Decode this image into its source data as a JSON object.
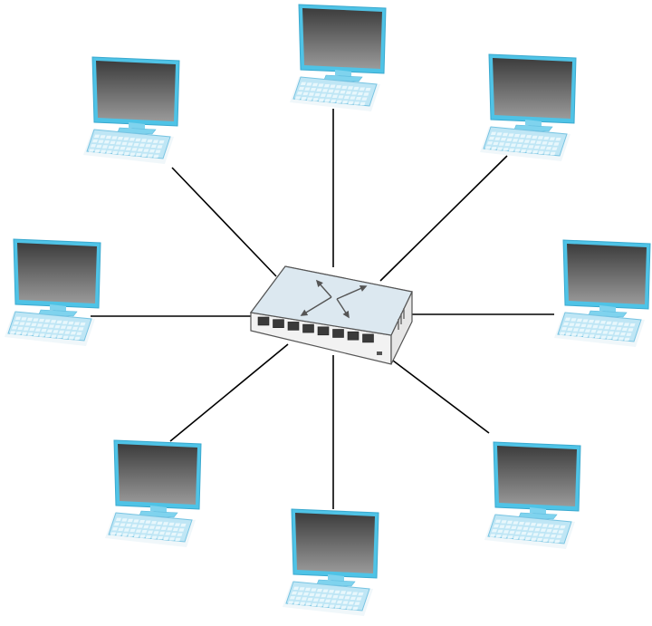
{
  "diagram": {
    "topology": "star",
    "hub": {
      "kind": "network-switch",
      "port_count": 8
    },
    "nodes": [
      {
        "id": "computer-top",
        "kind": "desktop-computer"
      },
      {
        "id": "computer-top-right",
        "kind": "desktop-computer"
      },
      {
        "id": "computer-right",
        "kind": "desktop-computer"
      },
      {
        "id": "computer-bottom-right",
        "kind": "desktop-computer"
      },
      {
        "id": "computer-bottom",
        "kind": "desktop-computer"
      },
      {
        "id": "computer-bottom-left",
        "kind": "desktop-computer"
      },
      {
        "id": "computer-left",
        "kind": "desktop-computer"
      },
      {
        "id": "computer-top-left",
        "kind": "desktop-computer"
      }
    ],
    "colors": {
      "screen_dark": "#3c3c3c",
      "screen_light": "#9a9a9a",
      "bezel": "#4fc3e6",
      "stand": "#7fd3ee",
      "keyboard": "#bfe6f5",
      "keyboard_edge": "#78c4e2",
      "key": "#e8f7fc",
      "switch_top": "#dce8f0",
      "switch_front": "#f2f2f2",
      "switch_edge": "#555555",
      "port": "#3a3a3a",
      "link": "#000000"
    }
  }
}
